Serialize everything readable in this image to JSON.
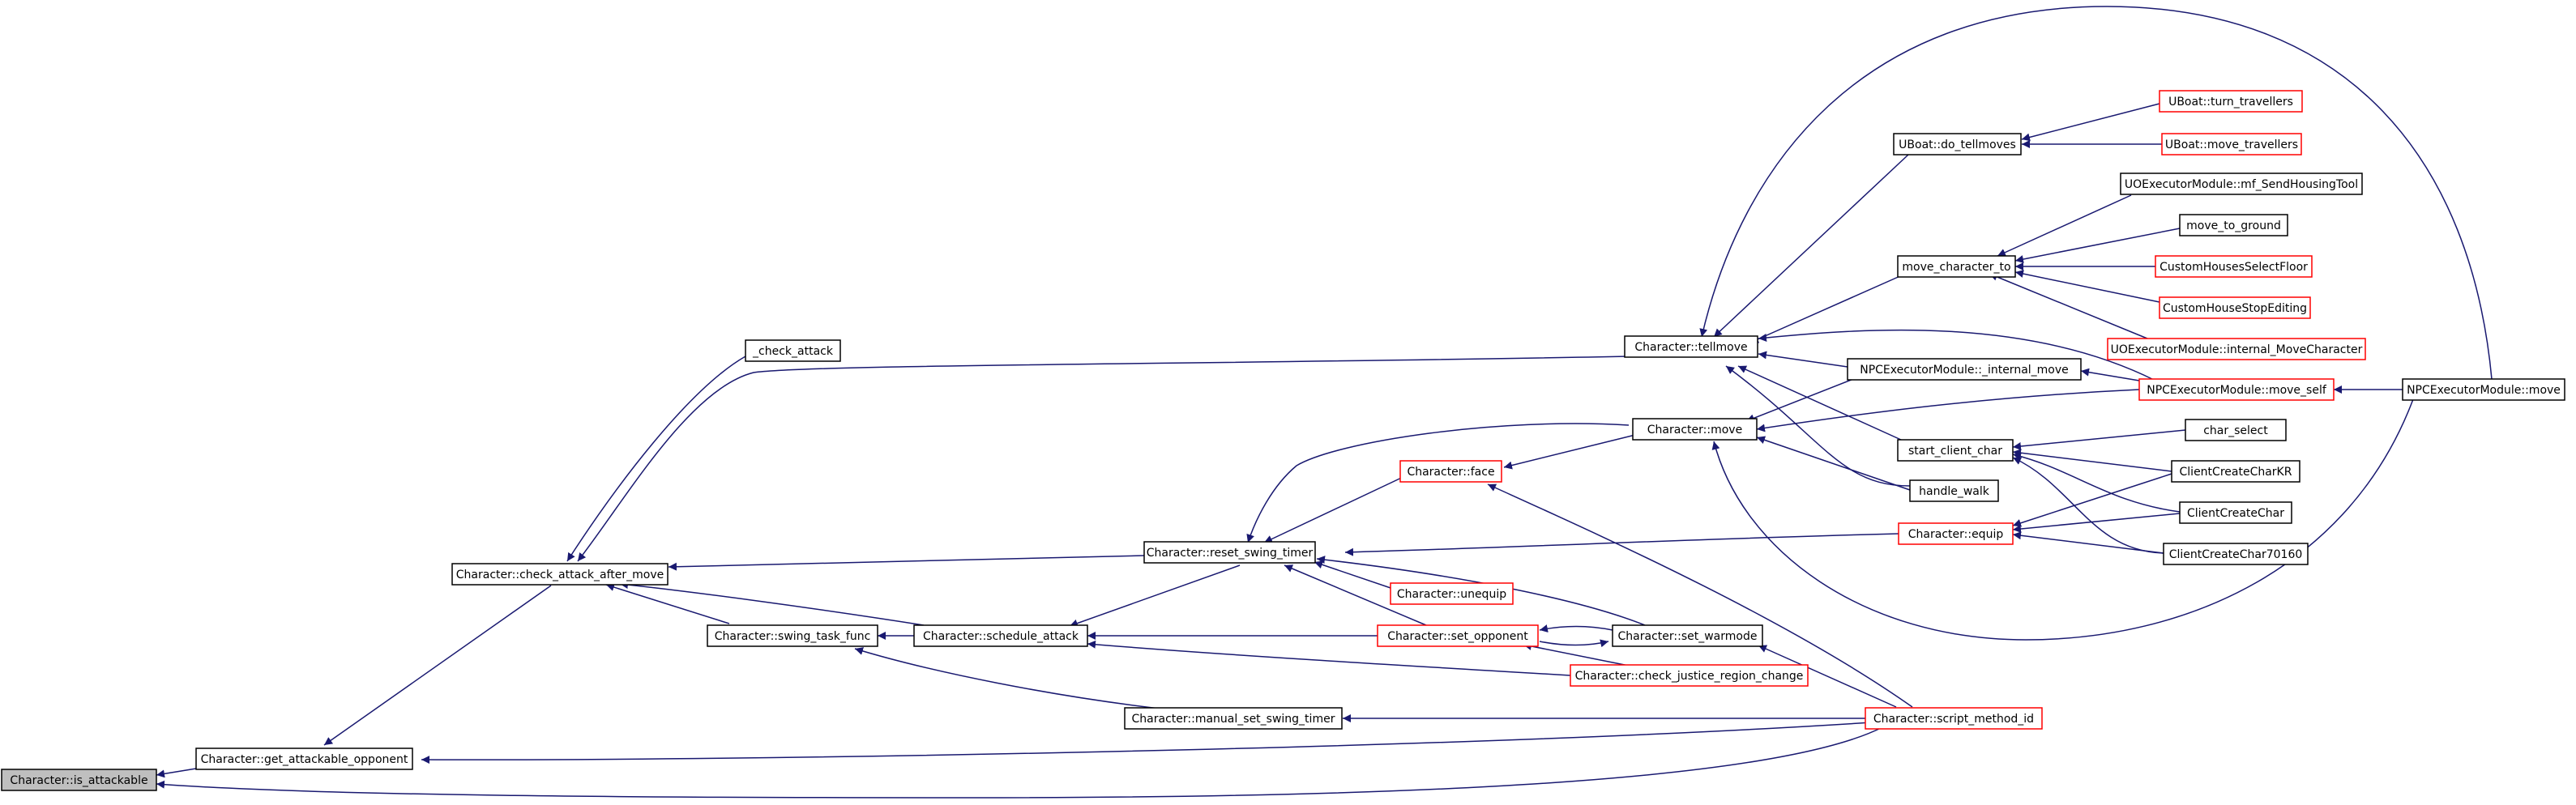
{
  "title": "",
  "colors": {
    "edge": "#191970",
    "border_internal": "#000000",
    "border_truncated": "#ff0000",
    "root_fill": "#bfbfbf"
  },
  "nodes": [
    {
      "id": "is_attackable",
      "label": "Character::is_attackable",
      "kind": "root"
    },
    {
      "id": "get_attackable_opponent",
      "label": "Character::get_attackable_opponent",
      "kind": "black"
    },
    {
      "id": "check_attack_after_move",
      "label": "Character::check_attack_after_move",
      "kind": "black"
    },
    {
      "id": "_check_attack",
      "label": "_check_attack",
      "kind": "black"
    },
    {
      "id": "swing_task_func",
      "label": "Character::swing_task_func",
      "kind": "black"
    },
    {
      "id": "schedule_attack",
      "label": "Character::schedule_attack",
      "kind": "black"
    },
    {
      "id": "reset_swing_timer",
      "label": "Character::reset_swing_timer",
      "kind": "black"
    },
    {
      "id": "manual_set_swing_timer",
      "label": "Character::manual_set_swing_timer",
      "kind": "black"
    },
    {
      "id": "face",
      "label": "Character::face",
      "kind": "red"
    },
    {
      "id": "unequip",
      "label": "Character::unequip",
      "kind": "red"
    },
    {
      "id": "set_opponent",
      "label": "Character::set_opponent",
      "kind": "red"
    },
    {
      "id": "check_justice_region_change",
      "label": "Character::check_justice_region_change",
      "kind": "red"
    },
    {
      "id": "tellmove",
      "label": "Character::tellmove",
      "kind": "black"
    },
    {
      "id": "move",
      "label": "Character::move",
      "kind": "black"
    },
    {
      "id": "set_warmode",
      "label": "Character::set_warmode",
      "kind": "black"
    },
    {
      "id": "equip",
      "label": "Character::equip",
      "kind": "red"
    },
    {
      "id": "script_method_id",
      "label": "Character::script_method_id",
      "kind": "red"
    },
    {
      "id": "do_tellmoves",
      "label": "UBoat::do_tellmoves",
      "kind": "black"
    },
    {
      "id": "move_character_to",
      "label": "move_character_to",
      "kind": "black"
    },
    {
      "id": "internal_move",
      "label": "NPCExecutorModule::_internal_move",
      "kind": "black"
    },
    {
      "id": "start_client_char",
      "label": "start_client_char",
      "kind": "black"
    },
    {
      "id": "handle_walk",
      "label": "handle_walk",
      "kind": "black"
    },
    {
      "id": "turn_travellers",
      "label": "UBoat::turn_travellers",
      "kind": "red"
    },
    {
      "id": "move_travellers",
      "label": "UBoat::move_travellers",
      "kind": "red"
    },
    {
      "id": "mf_SendHousingTool",
      "label": "UOExecutorModule::mf_SendHousingTool",
      "kind": "black"
    },
    {
      "id": "move_to_ground",
      "label": "move_to_ground",
      "kind": "black"
    },
    {
      "id": "CustomHousesSelectFloor",
      "label": "CustomHousesSelectFloor",
      "kind": "red"
    },
    {
      "id": "CustomHouseStopEditing",
      "label": "CustomHouseStopEditing",
      "kind": "red"
    },
    {
      "id": "internal_MoveCharacter",
      "label": "UOExecutorModule::internal_MoveCharacter",
      "kind": "red"
    },
    {
      "id": "move_self",
      "label": "NPCExecutorModule::move_self",
      "kind": "red"
    },
    {
      "id": "npc_move",
      "label": "NPCExecutorModule::move",
      "kind": "black"
    },
    {
      "id": "char_select",
      "label": "char_select",
      "kind": "black"
    },
    {
      "id": "ClientCreateCharKR",
      "label": "ClientCreateCharKR",
      "kind": "black"
    },
    {
      "id": "ClientCreateChar",
      "label": "ClientCreateChar",
      "kind": "black"
    },
    {
      "id": "ClientCreateChar70160",
      "label": "ClientCreateChar70160",
      "kind": "black"
    }
  ]
}
